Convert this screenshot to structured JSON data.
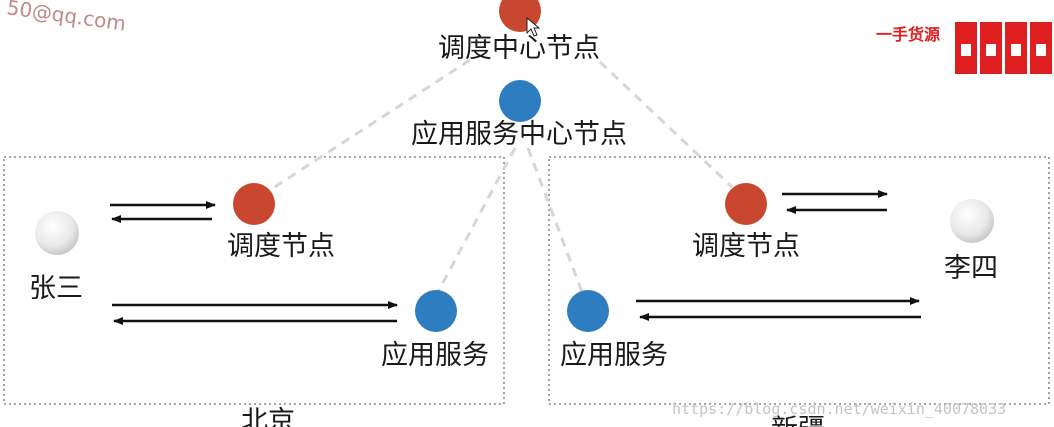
{
  "nodes": {
    "dispatch_center": {
      "label": "调度中心节点",
      "color": "#c8472e"
    },
    "service_center": {
      "label": "应用服务中心节点",
      "color": "#2f7dc1"
    },
    "beijing_dispatch": {
      "label": "调度节点",
      "color": "#c8472e"
    },
    "beijing_service": {
      "label": "应用服务",
      "color": "#2f7dc1"
    },
    "xinjiang_dispatch": {
      "label": "调度节点",
      "color": "#c8472e"
    },
    "xinjiang_service": {
      "label": "应用服务",
      "color": "#2f7dc1"
    }
  },
  "users": {
    "zhangsan": {
      "label": "张三"
    },
    "lisi": {
      "label": "李四"
    }
  },
  "regions": {
    "beijing": {
      "label": "北京"
    },
    "xinjiang": {
      "label": "新疆"
    }
  },
  "watermarks": {
    "email": "50@qq.com",
    "vendor": "一手货源",
    "url": "https://blog.csdn.net/weixin_40078033"
  },
  "colors": {
    "dispatch_node": "#c8472e",
    "service_node": "#2f7dc1",
    "user_node": "#e6e6e6",
    "connector": "#d6d6d6",
    "arrow": "#111111",
    "region_border": "#8a8a8a"
  }
}
